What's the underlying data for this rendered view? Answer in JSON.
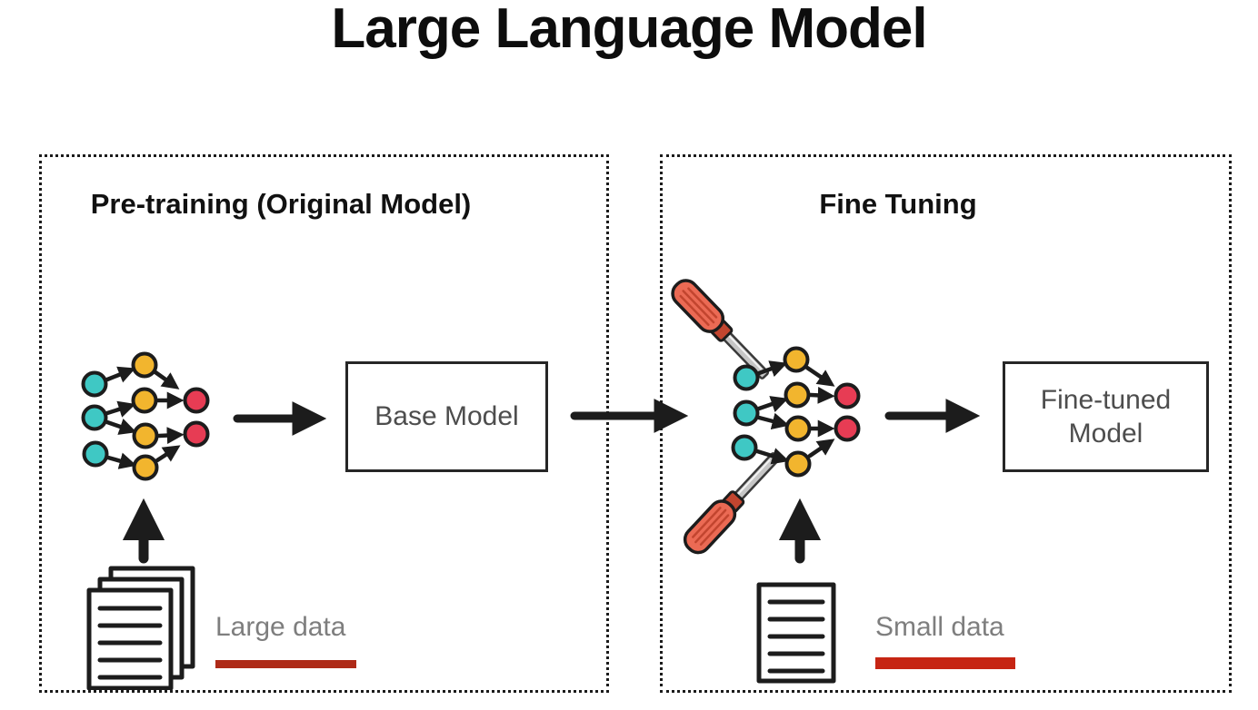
{
  "title": "Large Language Model",
  "panels": {
    "pretraining": {
      "heading": "Pre-training (Original Model)",
      "model_box_label": "Base Model",
      "data_label": "Large data",
      "network": {
        "input_nodes": 3,
        "hidden_nodes": 4,
        "output_nodes": 2
      }
    },
    "finetuning": {
      "heading": "Fine Tuning",
      "model_box_lines": [
        "Fine-tuned",
        "Model"
      ],
      "data_label": "Small data",
      "network": {
        "input_nodes": 3,
        "hidden_nodes": 4,
        "output_nodes": 2
      }
    }
  },
  "icons": {
    "neural_network": "neural-network-icon",
    "documents_stack": "documents-stack-icon",
    "document": "document-icon",
    "screwdriver": "screwdriver-icon",
    "arrow_right": "arrow-right-icon",
    "arrow_up": "arrow-up-icon"
  },
  "colors": {
    "node_teal": "#3fc8c4",
    "node_yellow": "#f2b52e",
    "node_red": "#e73c54",
    "outline_dark": "#1c1c1c",
    "screwdriver_handle": "#eb6a54",
    "screwdriver_handle_dark": "#c2452f",
    "screwdriver_shaft": "#c6c6c6",
    "underline_large_data": "#ae2a17",
    "underline_small_data": "#c62513",
    "label_gray": "#7e7e7e",
    "box_text_gray": "#4d4d4d"
  }
}
